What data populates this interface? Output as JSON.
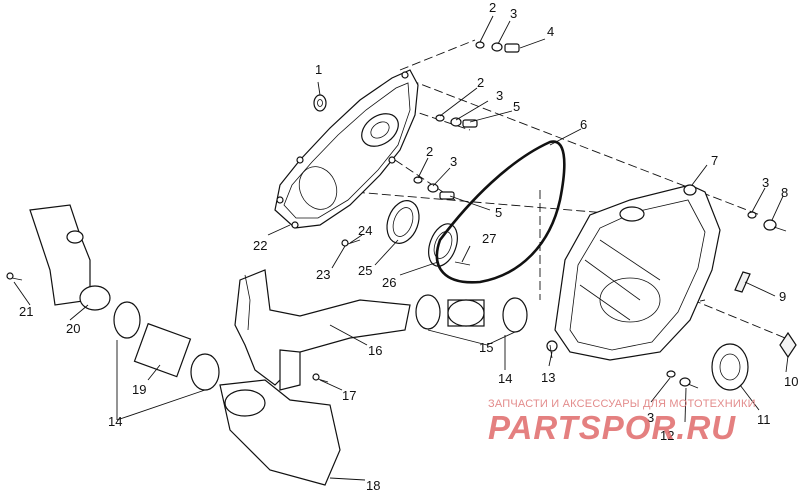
{
  "diagram": {
    "labels": {
      "p1": "1",
      "p2a": "2",
      "p2b": "2",
      "p2c": "2",
      "p3a": "3",
      "p3b": "3",
      "p3c": "3",
      "p3d": "3",
      "p3e": "3",
      "p4": "4",
      "p5a": "5",
      "p5b": "5",
      "p6": "6",
      "p7": "7",
      "p8": "8",
      "p9": "9",
      "p10": "10",
      "p11": "11",
      "p12": "12",
      "p13": "13",
      "p14a": "14",
      "p14b": "14",
      "p15": "15",
      "p16": "16",
      "p17": "17",
      "p18": "18",
      "p19": "19",
      "p20": "20",
      "p21": "21",
      "p22": "22",
      "p23": "23",
      "p24": "24",
      "p25": "25",
      "p26": "26",
      "p27": "27"
    }
  },
  "watermark": {
    "caption": "ЗАПЧАСТИ И АКСЕССУАРЫ ДЛЯ МОТОТЕХНИКИ",
    "logo": "PARTSPOR.RU",
    "color": "#e06a6a"
  }
}
